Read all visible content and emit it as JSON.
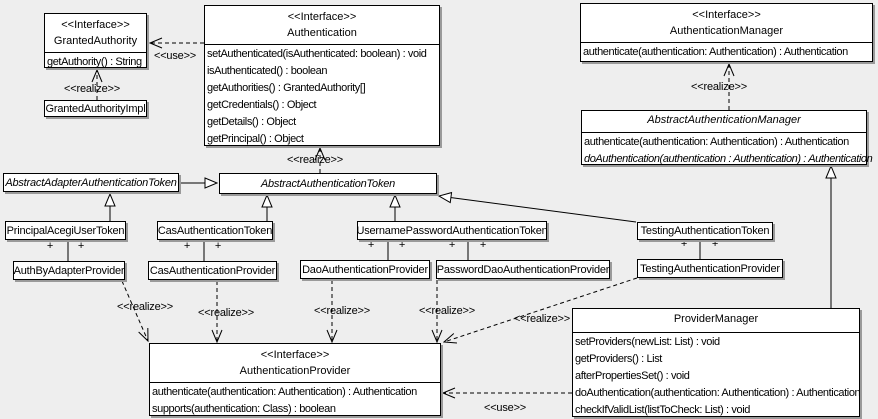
{
  "diagram": {
    "kind": "uml-class-diagram",
    "colors": {
      "background": "#eeeeee",
      "box_fill": "#ffffff",
      "line": "#000000",
      "shadow": "#9a9a9a"
    }
  },
  "labels": {
    "realize": "<<realize>>",
    "use": "<<use>>",
    "plus": "+"
  },
  "classes": {
    "granted_authority": {
      "stereotype": "<<Interface>>",
      "name": "GrantedAuthority",
      "methods": [
        "getAuthority() : String"
      ]
    },
    "granted_authority_impl": {
      "name": "GrantedAuthorityImpl"
    },
    "authentication": {
      "stereotype": "<<Interface>>",
      "name": "Authentication",
      "methods": [
        "setAuthenticated(isAuthenticated: boolean) : void",
        "isAuthenticated() : boolean",
        "getAuthorities() : GrantedAuthority[]",
        "getCredentials() : Object",
        "getDetails() : Object",
        "getPrincipal() : Object"
      ]
    },
    "authentication_manager": {
      "stereotype": "<<Interface>>",
      "name": "AuthenticationManager",
      "methods": [
        "authenticate(authentication: Authentication) : Authentication"
      ]
    },
    "abstract_authentication_manager": {
      "name": "AbstractAuthenticationManager",
      "methods": [
        "authenticate(authentication: Authentication) : Authentication",
        "doAuthentication(authentication : Authentication) : Authentication"
      ]
    },
    "abstract_adapter_authentication_token": {
      "name": "AbstractAdapterAuthenticationToken"
    },
    "abstract_authentication_token": {
      "name": "AbstractAuthenticationToken"
    },
    "principal_acegi_user_token": {
      "name": "PrincipalAcegiUserToken"
    },
    "cas_authentication_token": {
      "name": "CasAuthenticationToken"
    },
    "username_password_authentication_token": {
      "name": "UsernamePasswordAuthenticationToken"
    },
    "testing_authentication_token": {
      "name": "TestingAuthenticationToken"
    },
    "auth_by_adapter_provider": {
      "name": "AuthByAdapterProvider"
    },
    "cas_authentication_provider": {
      "name": "CasAuthenticationProvider"
    },
    "dao_authentication_provider": {
      "name": "DaoAuthenticationProvider"
    },
    "password_dao_authentication_provider": {
      "name": "PasswordDaoAuthenticationProvider"
    },
    "testing_authentication_provider": {
      "name": "TestingAuthenticationProvider"
    },
    "authentication_provider": {
      "stereotype": "<<Interface>>",
      "name": "AuthenticationProvider",
      "methods": [
        "authenticate(authentication: Authentication) : Authentication",
        "supports(authentication: Class) : boolean"
      ]
    },
    "provider_manager": {
      "name": "ProviderManager",
      "methods": [
        "setProviders(newList: List) : void",
        "getProviders() : List",
        "afterPropertiesSet() : void",
        "doAuthentication(authentication: Authentication) : Authentication",
        "checkIfValidList(listToCheck: List) : void"
      ]
    }
  }
}
